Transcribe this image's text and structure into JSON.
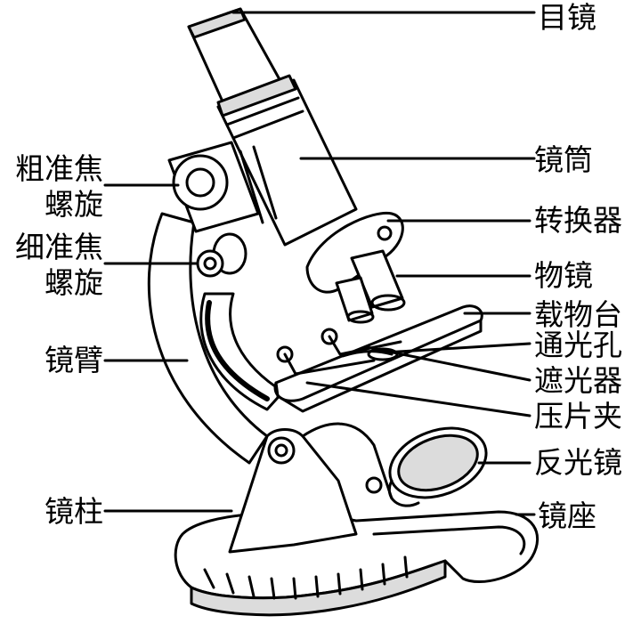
{
  "diagram": {
    "subject": "microscope",
    "colors": {
      "ink": "#000000",
      "paper": "#ffffff",
      "shade": "#dcdcdc"
    },
    "labels": {
      "eyepiece": "目镜",
      "tube": "镜筒",
      "nosepiece": "转换器",
      "objective": "物镜",
      "stage": "载物台",
      "stage_hole": "通光孔",
      "diaphragm": "遮光器",
      "stage_clip": "压片夹",
      "mirror": "反光镜",
      "base": "镜座",
      "coarse_focus_line1": "粗准焦",
      "coarse_focus_line2": "螺旋",
      "fine_focus_line1": "细准焦",
      "fine_focus_line2": "螺旋",
      "arm": "镜臂",
      "pillar": "镜柱"
    }
  }
}
